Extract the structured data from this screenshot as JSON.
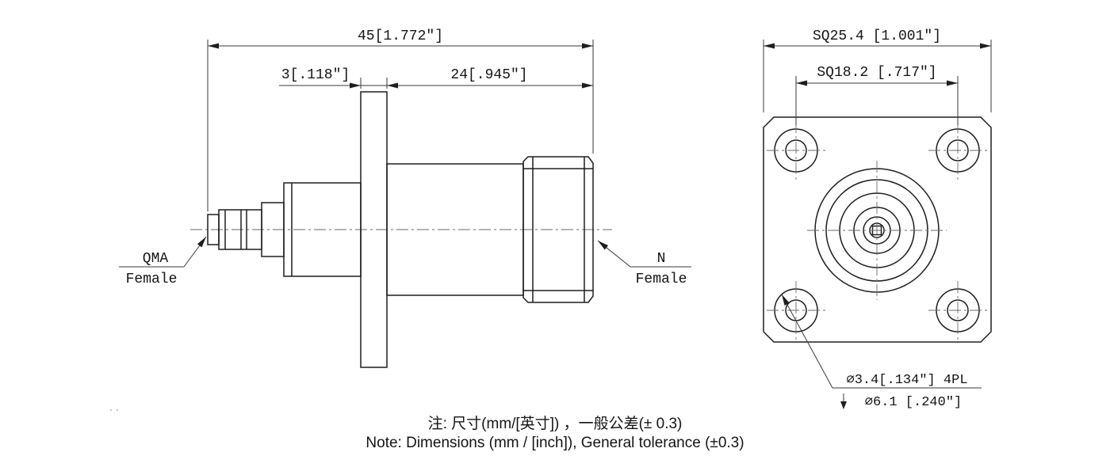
{
  "side_view": {
    "dim_overall_length": "45[1.772″]",
    "dim_flange_thickness": "3[.118″]",
    "dim_rear_length": "24[.945″]",
    "connector_left": {
      "line1": "QMA",
      "line2": "Female"
    },
    "connector_right": {
      "line1": "N",
      "line2": "Female"
    }
  },
  "front_view": {
    "dim_flange_square": "SQ25.4 [1.001″]",
    "dim_hole_pattern": "SQ18.2 [.717″]",
    "dim_mount_hole": "∅3.4[.134″] 4PL",
    "dim_counterbore": "∅6.1 [.240″]"
  },
  "notes": {
    "chinese": "注: 尺寸(mm/[英寸]) ，一般公差(± 0.3)",
    "english": "Note: Dimensions (mm / [inch]), General tolerance (±0.3)"
  },
  "artifacts": {
    "stray_marks": ".."
  },
  "colors": {
    "line": "#1e1e1e",
    "background": "#ffffff"
  }
}
